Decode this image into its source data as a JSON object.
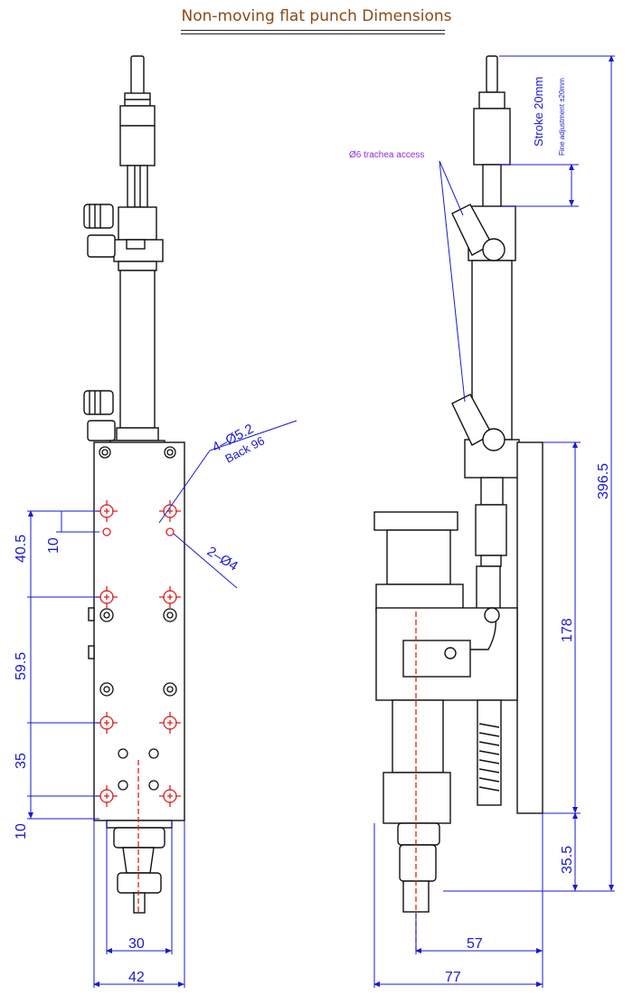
{
  "title": "Non-moving flat punch Dimensions",
  "annotations": {
    "holes_large": "4–Ø5.2",
    "holes_back": "Back 96",
    "holes_small": "2–Ø4",
    "trachea": "Ø6 trachea access",
    "stroke": "Stroke 20mm",
    "fine_adjust": "Fine adjustment ±20mm"
  },
  "dimensions": {
    "left_vertical": [
      "40.5",
      "10",
      "59.5",
      "35",
      "10"
    ],
    "left_bottom": [
      "30",
      "42"
    ],
    "right_vertical": [
      "396.5",
      "178",
      "35.5"
    ],
    "right_bottom": [
      "57",
      "77"
    ]
  },
  "colors": {
    "dimension": "#1a1ad0",
    "center": "#e02020",
    "leader": "#8a2be2",
    "title": "#8b4a17"
  }
}
